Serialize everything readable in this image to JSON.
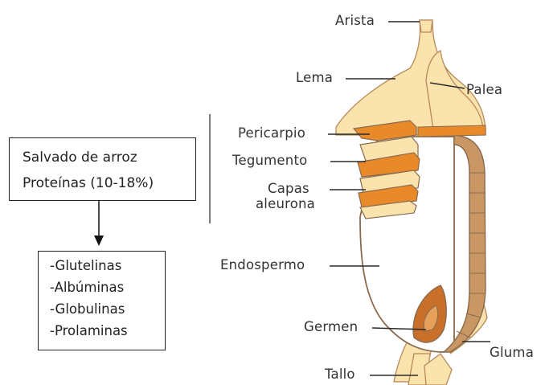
{
  "bran_box": {
    "line1": "Salvado de arroz",
    "line2": "Proteínas (10-18%)"
  },
  "protein_list": [
    "-Glutelinas",
    "-Albúminas",
    "-Globulinas",
    "-Prolaminas"
  ],
  "grain_labels": {
    "arista": "Arista",
    "lema": "Lema",
    "palea": "Palea",
    "pericarpio": "Pericarpio",
    "tegumento": "Tegumento",
    "capas_line1": "Capas",
    "capas_line2": "aleurona",
    "endospermo": "Endospermo",
    "germen": "Germen",
    "gluma": "Gluma",
    "tallo": "Tallo"
  },
  "colors": {
    "husk_fill": "#FBE3AE",
    "husk_stroke": "#B8895A",
    "bran_orange": "#E88A2A",
    "aleurone_brown": "#C99764",
    "germ_dark": "#C8702A",
    "outline": "#8A6B4E",
    "text": "#333333"
  }
}
